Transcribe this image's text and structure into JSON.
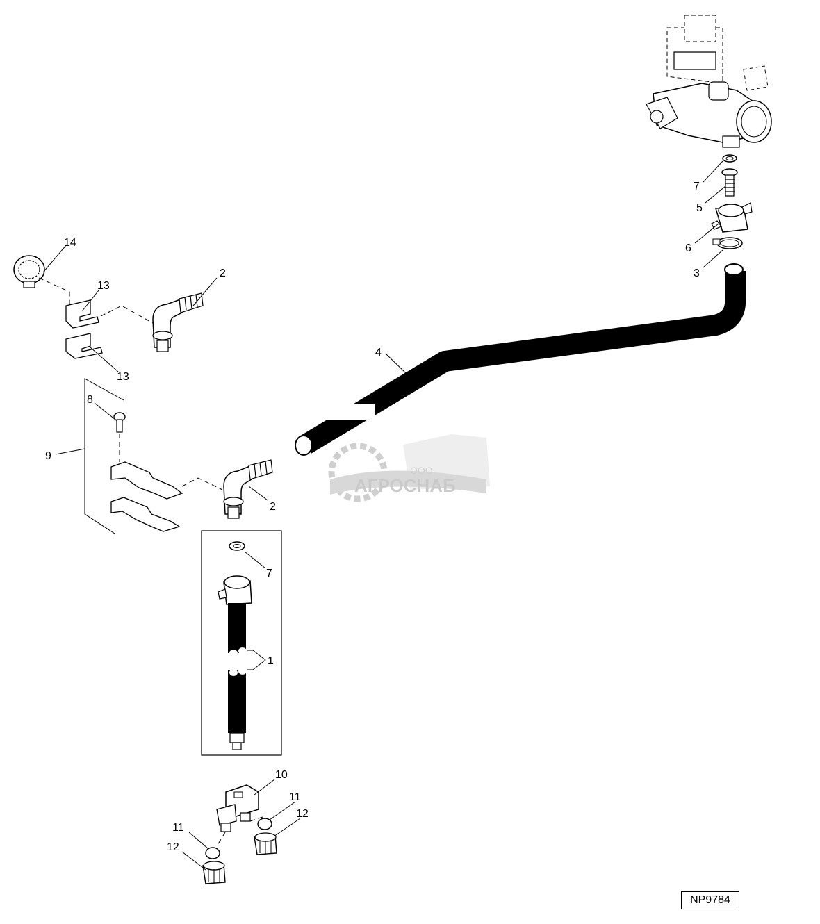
{
  "callouts": {
    "c1": "1",
    "c2a": "2",
    "c2b": "2",
    "c3": "3",
    "c4": "4",
    "c5": "5",
    "c6": "6",
    "c7a": "7",
    "c7b": "7",
    "c8": "8",
    "c9": "9",
    "c10": "10",
    "c11a": "11",
    "c11b": "11",
    "c12a": "12",
    "c12b": "12",
    "c13a": "13",
    "c13b": "13",
    "c14": "14"
  },
  "watermark": {
    "small": "ООО",
    "brand": "АГРОСНАБ"
  },
  "figure_code": "NP9784"
}
